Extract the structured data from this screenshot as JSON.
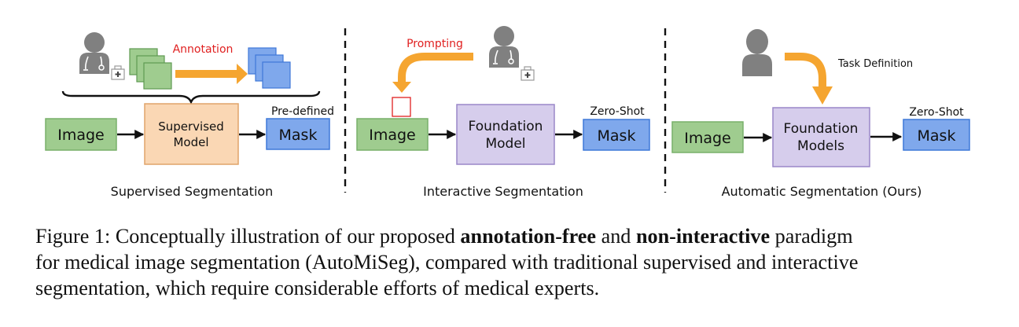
{
  "figure": {
    "panels": [
      {
        "id": "supervised",
        "title": "Supervised Segmentation",
        "input_label": "Image",
        "model_label_lines": [
          "Supervised",
          "Model"
        ],
        "output_label": "Mask",
        "output_annotation": "Pre-defined",
        "action_label": "Annotation",
        "actor": "medical-expert"
      },
      {
        "id": "interactive",
        "title": "Interactive Segmentation",
        "input_label": "Image",
        "model_label_lines": [
          "Foundation",
          "Model"
        ],
        "output_label": "Mask",
        "output_annotation": "Zero-Shot",
        "action_label": "Prompting",
        "actor": "medical-expert"
      },
      {
        "id": "automatic",
        "title": "Automatic Segmentation (Ours)",
        "input_label": "Image",
        "model_label_lines": [
          "Foundation",
          "Models"
        ],
        "output_label": "Mask",
        "output_annotation": "Zero-Shot",
        "action_label": "Task Definition",
        "actor": "user"
      }
    ],
    "colors": {
      "image_fill": "#9fcc8f",
      "image_stroke": "#79b06a",
      "supervised_fill": "#fad7b4",
      "supervised_stroke": "#e0a46a",
      "foundation_fill": "#d6cdec",
      "foundation_stroke": "#9a87c8",
      "mask_fill": "#7fa8ec",
      "mask_stroke": "#3f78d8",
      "arrow_orange": "#f5a530",
      "label_red": "#e02020",
      "person_gray": "#808080"
    }
  },
  "caption": {
    "prefix": "Figure 1: Conceptually illustration of our proposed ",
    "bold1": "annotation-free",
    "mid": " and ",
    "bold2": "non-interactive",
    "suffix1": " paradigm",
    "line2": "for medical image segmentation (AutoMiSeg), compared with traditional supervised and interactive",
    "line3": "segmentation, which require considerable efforts of medical experts."
  }
}
